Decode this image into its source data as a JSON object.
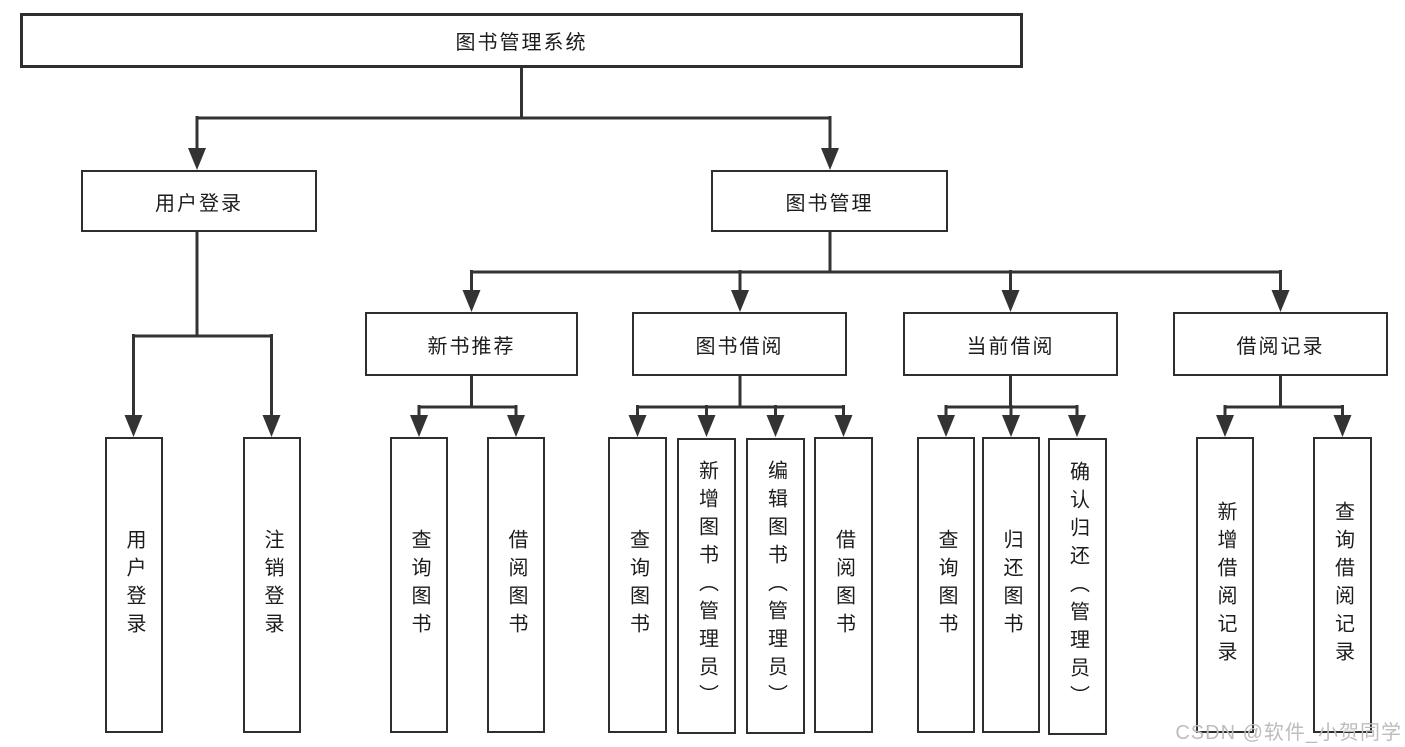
{
  "diagram": {
    "type": "tree",
    "root": {
      "label": "图书管理系统",
      "children": [
        {
          "label": "用户登录",
          "children": [
            {
              "label": "用户登录"
            },
            {
              "label": "注销登录"
            }
          ]
        },
        {
          "label": "图书管理",
          "children": [
            {
              "label": "新书推荐",
              "children": [
                {
                  "label": "查询图书"
                },
                {
                  "label": "借阅图书"
                }
              ]
            },
            {
              "label": "图书借阅",
              "children": [
                {
                  "label": "查询图书"
                },
                {
                  "label": "新增图书（管理员）"
                },
                {
                  "label": "编辑图书（管理员）"
                },
                {
                  "label": "借阅图书"
                }
              ]
            },
            {
              "label": "当前借阅",
              "children": [
                {
                  "label": "查询图书"
                },
                {
                  "label": "归还图书"
                },
                {
                  "label": "确认归还（管理员）"
                }
              ]
            },
            {
              "label": "借阅记录",
              "children": [
                {
                  "label": "新增借阅记录"
                },
                {
                  "label": "查询借阅记录"
                }
              ]
            }
          ]
        }
      ]
    },
    "colors": {
      "line": "#333333",
      "box_border": "#2e2e2e",
      "text": "#1c1c1c",
      "background": "#ffffff",
      "watermark": "#bdbdbd"
    }
  },
  "watermark": {
    "text": "CSDN @软件_小贺同学"
  }
}
